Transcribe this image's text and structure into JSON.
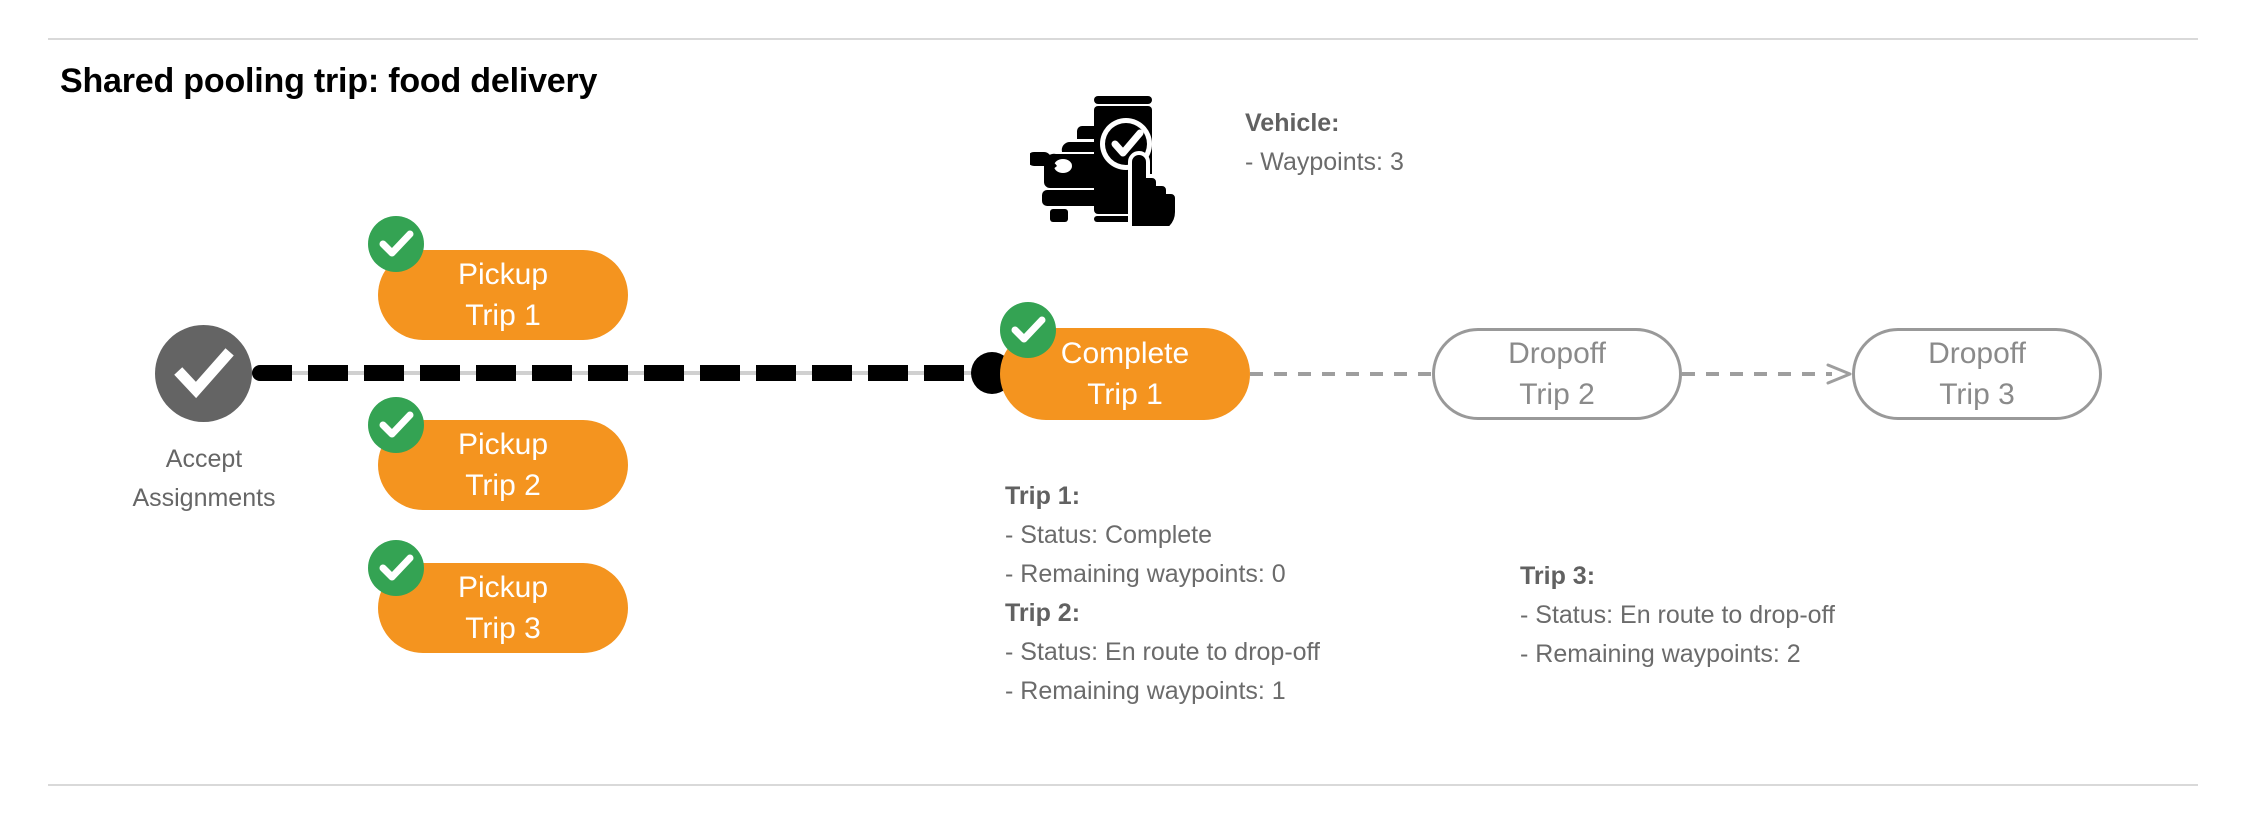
{
  "title": "Shared pooling trip: food delivery",
  "colors": {
    "orange": "#F4941F",
    "green": "#34A353",
    "gray_node": "#646464",
    "gray_outline": "#999999",
    "gray_text": "#6b6b6b",
    "black": "#000000",
    "rule": "#d9d9d9"
  },
  "accept_node": {
    "icon": "check-circle-icon",
    "label_line1": "Accept",
    "label_line2": "Assignments"
  },
  "pickups": [
    {
      "line1": "Pickup",
      "line2": "Trip 1",
      "badge": "check-badge-icon",
      "state": "done"
    },
    {
      "line1": "Pickup",
      "line2": "Trip 2",
      "badge": "check-badge-icon",
      "state": "done"
    },
    {
      "line1": "Pickup",
      "line2": "Trip 3",
      "badge": "check-badge-icon",
      "state": "done"
    }
  ],
  "complete_node": {
    "line1": "Complete",
    "line2": "Trip 1",
    "badge": "check-badge-icon",
    "state": "done"
  },
  "dropoffs": [
    {
      "line1": "Dropoff",
      "line2": "Trip 2",
      "state": "pending"
    },
    {
      "line1": "Dropoff",
      "line2": "Trip 3",
      "state": "pending"
    }
  ],
  "vehicle_note": {
    "icon": "car-phone-check-icon",
    "label": "Vehicle",
    "label_suffix": ":",
    "line_waypoints": "- Waypoints: 3"
  },
  "trip_notes": [
    {
      "label": "Trip 1",
      "label_suffix": ":",
      "status_line": "- Status:  Complete",
      "waypoints_line": "- Remaining waypoints: 0"
    },
    {
      "label": "Trip 2",
      "label_suffix": ":",
      "status_line": "- Status:  En route to drop-off",
      "waypoints_line": "- Remaining waypoints: 1"
    },
    {
      "label": "Trip 3",
      "label_suffix": ":",
      "status_line": "- Status:  En route to drop-off",
      "waypoints_line": "- Remaining waypoints: 2"
    }
  ]
}
